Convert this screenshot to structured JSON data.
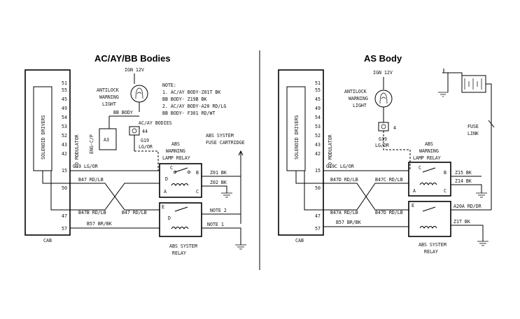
{
  "left": {
    "title": "AC/AY/BB Bodies",
    "cab": {
      "label": "CAB",
      "inner_label": "SOLENOID DRIVERS",
      "side_label": "TO MODULATOR",
      "pins": [
        "51",
        "55",
        "45",
        "49",
        "54",
        "53",
        "52",
        "43",
        "42",
        "15",
        "50",
        "47",
        "57"
      ]
    },
    "ign": "IGN 12V",
    "lamp": [
      "ANTILOCK",
      "WARNING",
      "LIGHT"
    ],
    "bb_body": "BB BODY",
    "acay_bodies": "AC/AY BODIES",
    "note": [
      "NOTE:",
      "1. AC/AY BODY-Z01T BK",
      "   BB BODY- Z19B BK",
      "2. AC/AY BODY-A20 RD/LG",
      "   BB BODY- F301 RD/WT"
    ],
    "eng_cp": "ENG-C/P",
    "a3": "A3",
    "g19_conn": [
      "G19",
      "LG/OR"
    ],
    "pin44": "44",
    "fuse": [
      "ABS SYSTEM",
      "FUSE CARTRIDGE"
    ],
    "warn_relay": [
      "ABS",
      "WARNING",
      "LAMP RELAY"
    ],
    "sys_relay": [
      "ABS SYSTEM",
      "RELAY"
    ],
    "w_g19": "G19 LG/OR",
    "w_b47": "B47 RD/LB",
    "w_b47b_left": "B47B RD/LB",
    "w_b47b_right": "B47 RD/LB",
    "w_b57": "B57 BR/BK",
    "w_z01": "Z01 BK",
    "w_z02": "Z02 BK",
    "note2": "NOTE 2",
    "note1": "NOTE 1",
    "relay_letters": {
      "c": "C",
      "b": "B",
      "d": "D",
      "a": "A",
      "cc": "C",
      "e": "E"
    }
  },
  "right": {
    "title": "AS Body",
    "cab": {
      "label": "CAB",
      "inner_label": "SOLENOID DRIVERS",
      "side_label": "TO MODULATOR",
      "pins": [
        "51",
        "55",
        "45",
        "49",
        "54",
        "53",
        "52",
        "43",
        "42",
        "15",
        "50",
        "47",
        "57"
      ]
    },
    "ign": "IGN 12V",
    "lamp": [
      "ANTILOCK",
      "WARNING",
      "LIGHT"
    ],
    "g19_conn": [
      "G19",
      "LG/OR"
    ],
    "pin4": "4",
    "fuse_link": [
      "FUSE",
      "LINK"
    ],
    "warn_relay": [
      "ABS",
      "WARNING",
      "LAMP RELAY"
    ],
    "sys_relay": [
      "ABS SYSTEM",
      "RELAY"
    ],
    "w_g19c": "G19C LG/OR",
    "w_b47d": "B47D RD/LB",
    "w_b47c": "B47C RD/LB",
    "w_b47a": "B47A RD/LB",
    "w_b47d2": "B47D RD/LB",
    "w_b57": "B57 BR/BK",
    "w_z15": "Z15 BK",
    "w_z14": "Z14 BK",
    "w_a20a": "A20A RD/DR",
    "w_z1t": "Z1T BK"
  }
}
